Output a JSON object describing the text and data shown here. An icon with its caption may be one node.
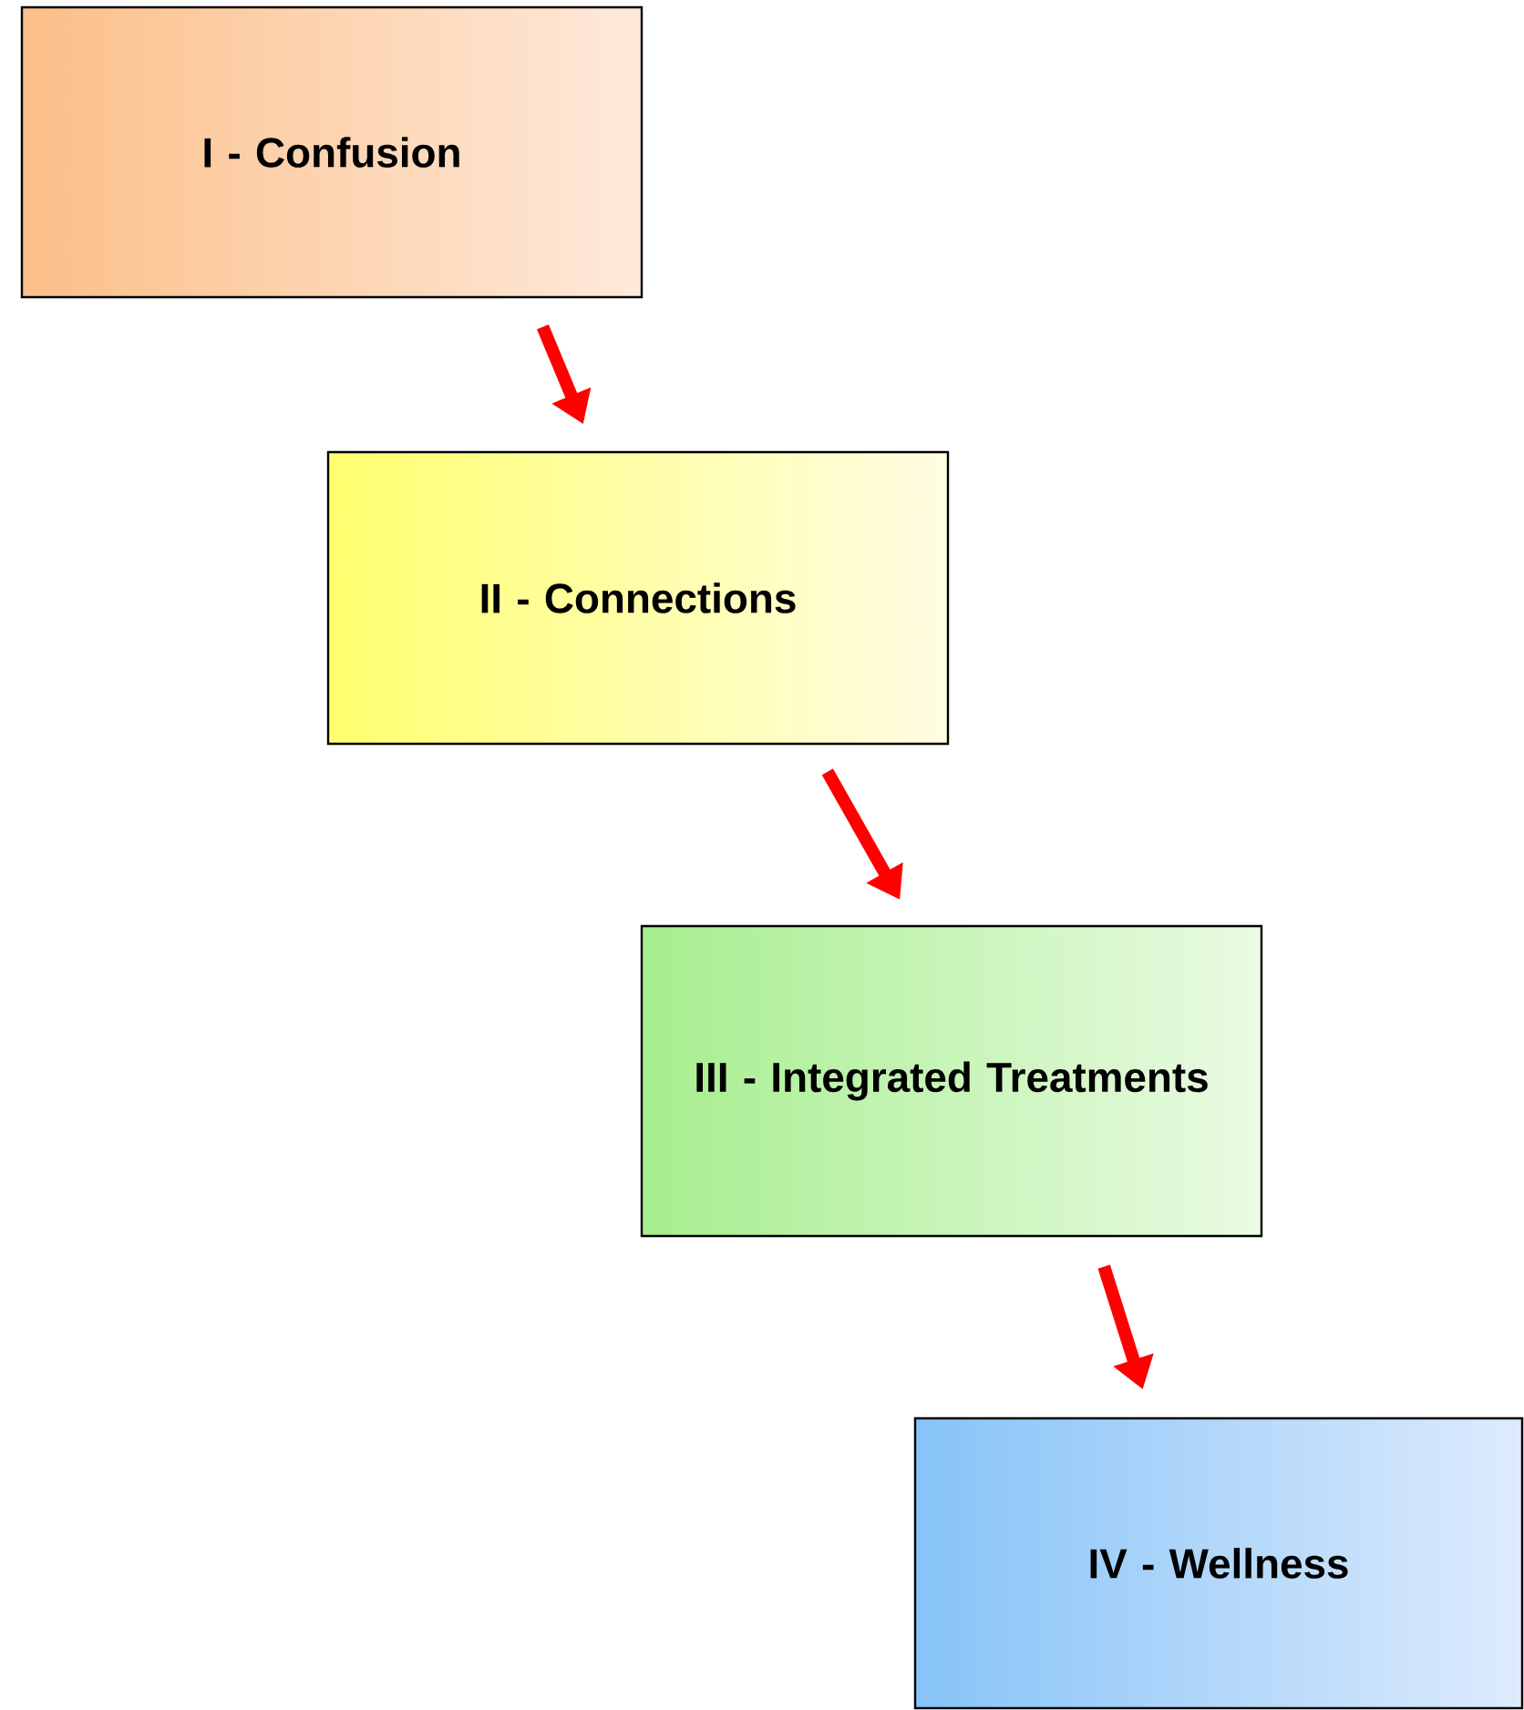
{
  "diagram": {
    "nodes": [
      {
        "text": [
          "I - Confusion"
        ]
      },
      {
        "text": [
          "II - Connections"
        ]
      },
      {
        "text": [
          "III - Integrated Treatments"
        ]
      },
      {
        "text": [
          "IV - Wellness"
        ]
      }
    ],
    "edges": [
      {
        "from": 0,
        "to": 1,
        "arrow": "to"
      },
      {
        "from": 1,
        "to": 2,
        "arrow": "to"
      },
      {
        "from": 2,
        "to": 3,
        "arrow": "to"
      }
    ]
  }
}
